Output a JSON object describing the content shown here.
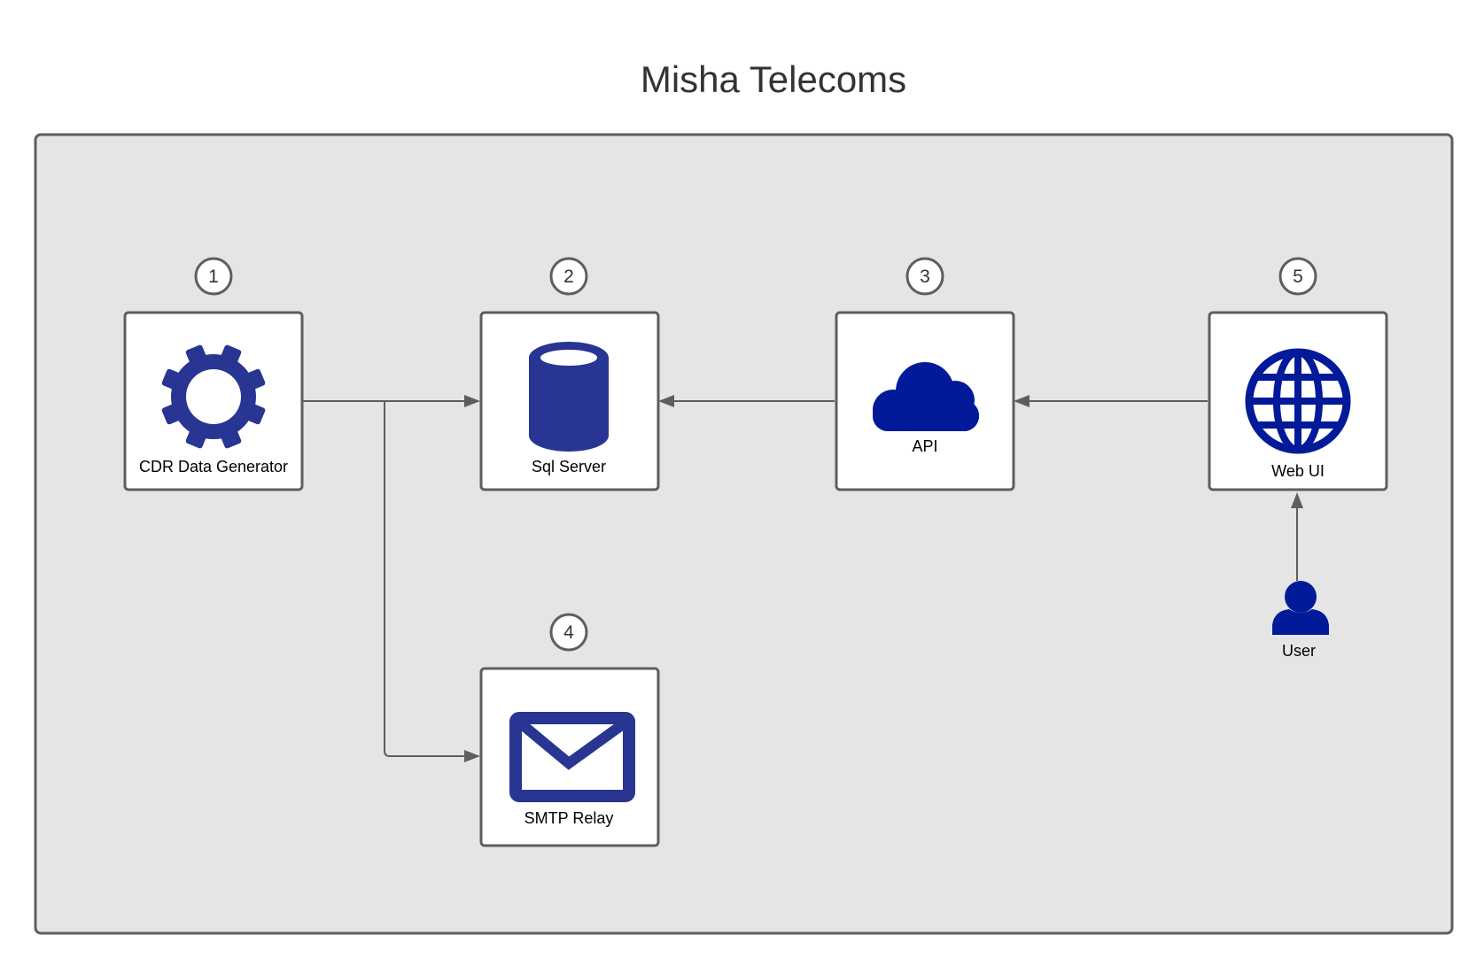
{
  "title": "Misha Telecoms",
  "colors": {
    "icon_primary": "#283593",
    "icon_accent": "#001a99",
    "container_fill": "#e5e5e5",
    "border": "#5e5e5e"
  },
  "nodes": {
    "cdr": {
      "label": "CDR Data Generator",
      "step": "1",
      "icon": "gear-icon"
    },
    "sql": {
      "label": "Sql Server",
      "step": "2",
      "icon": "database-icon"
    },
    "api": {
      "label": "API",
      "step": "3",
      "icon": "cloud-icon"
    },
    "smtp": {
      "label": "SMTP Relay",
      "step": "4",
      "icon": "envelope-icon"
    },
    "web": {
      "label": "Web UI",
      "step": "5",
      "icon": "globe-icon"
    },
    "user": {
      "label": "User",
      "icon": "user-icon"
    }
  },
  "edges": [
    {
      "from": "cdr",
      "to": "sql"
    },
    {
      "from": "cdr",
      "to": "smtp"
    },
    {
      "from": "api",
      "to": "sql"
    },
    {
      "from": "web",
      "to": "api"
    },
    {
      "from": "user",
      "to": "web"
    }
  ]
}
